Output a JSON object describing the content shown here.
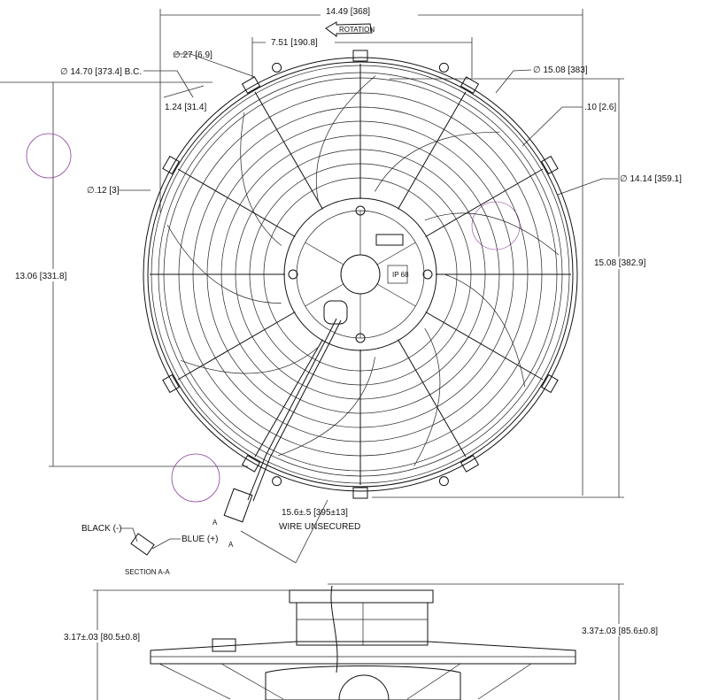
{
  "drawing": {
    "overall_width": "14.49 [368]",
    "rotation_label": "ROTATION",
    "mount_spacing": "7.51 [190.8]",
    "hole_dia": "∅.27 [6.9]",
    "bolt_circle": "∅ 14.70 [373.4] B.C.",
    "outer_dia": "∅ 15.08 [383]",
    "tab_width": "1.24 [31.4]",
    "gap": ".10 [2.6]",
    "small_hole": "∅.12 [3]",
    "shroud_dia": "∅ 14.14 [359.1]",
    "overall_height_left": "13.06 [331.8]",
    "overall_height_right": "15.08 [382.9]",
    "wire_length": "15.6±.5 [395±13]",
    "wire_note": "WIRE UNSECURED",
    "section_marker": "A",
    "black_wire": "BLACK (-)",
    "blue_wire": "BLUE (+)",
    "section_label": "SECTION A-A",
    "side_depth_left": "3.17±.03 [80.5±0.8]",
    "side_depth_right": "3.37±.03 [85.6±0.8]",
    "motor_rating": "IP 68"
  }
}
